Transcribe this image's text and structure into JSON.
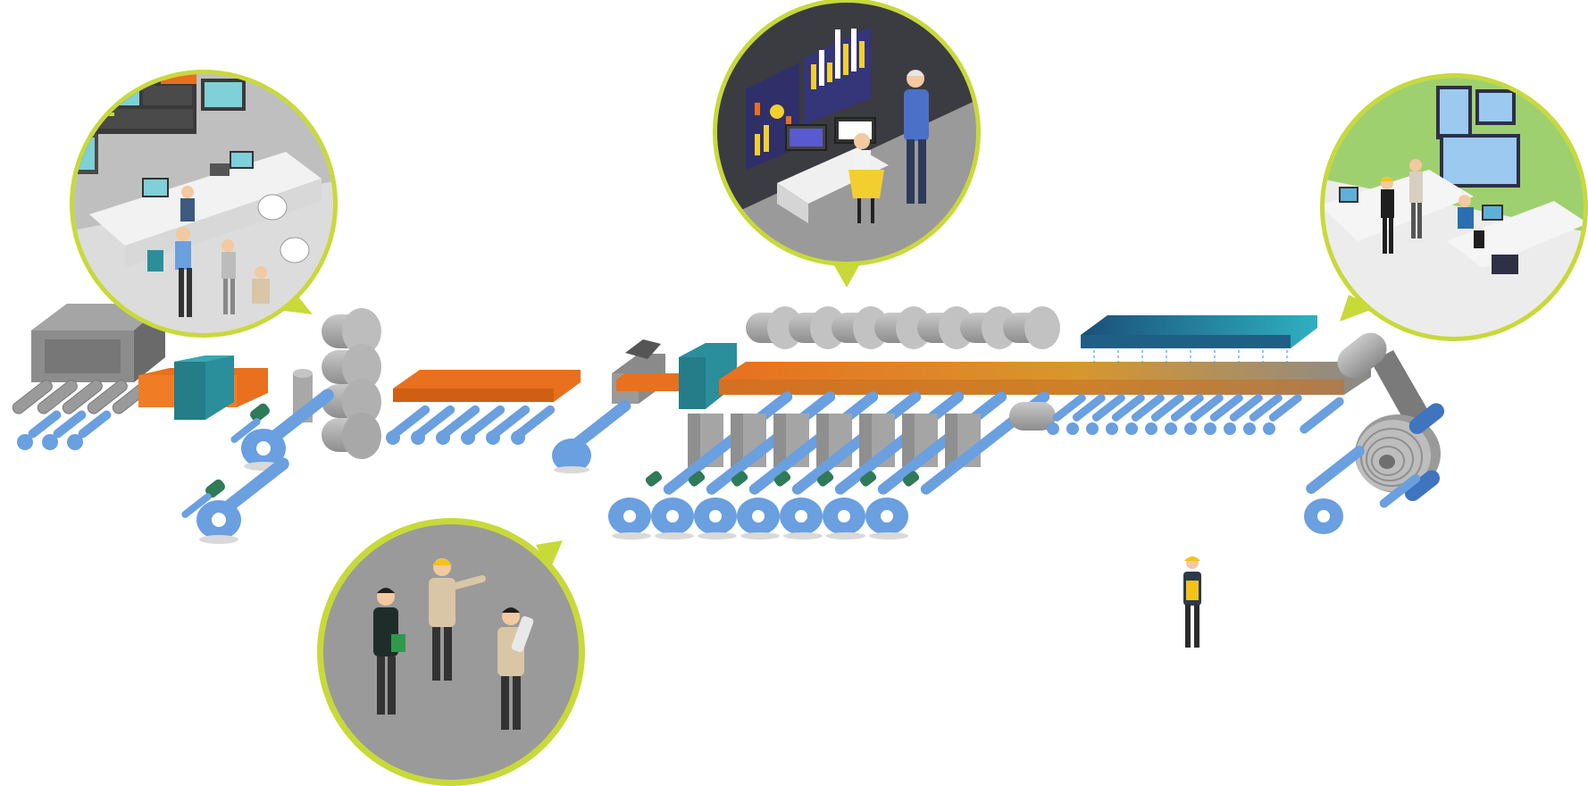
{
  "illustration": {
    "theme": "hot-strip-rolling-mill-smart-factory",
    "text_labels": []
  },
  "palette": {
    "bubble_ring": "#c8d93a",
    "machine_gray": "#9a9a9a",
    "machine_dark": "#6f6f6f",
    "roller_blue": "#6a9fe0",
    "roller_blue_dark": "#3f74bf",
    "hot_slab_orange": "#e8701e",
    "teal_block": "#2a8e9b",
    "motor_green": "#2f7a58",
    "cooling_header": "#1f5f86",
    "control_room_green": "#9fd06f",
    "monitor_dark": "#2f2f45",
    "chart_yellow": "#f2cf2f",
    "worker_vest_yellow": "#f3c318"
  },
  "scenes": [
    {
      "id": "control-room-left",
      "icon": "control-room-icon"
    },
    {
      "id": "data-analytics-center",
      "icon": "analytics-dashboard-icon"
    },
    {
      "id": "operations-room-right",
      "icon": "operations-room-icon"
    },
    {
      "id": "field-meeting",
      "icon": "team-meeting-icon"
    }
  ],
  "equipment": [
    "reheating-furnace",
    "descaler",
    "roughing-mill",
    "transfer-table",
    "crop-shear",
    "finishing-mill-stands",
    "laminar-cooling",
    "coiler"
  ]
}
